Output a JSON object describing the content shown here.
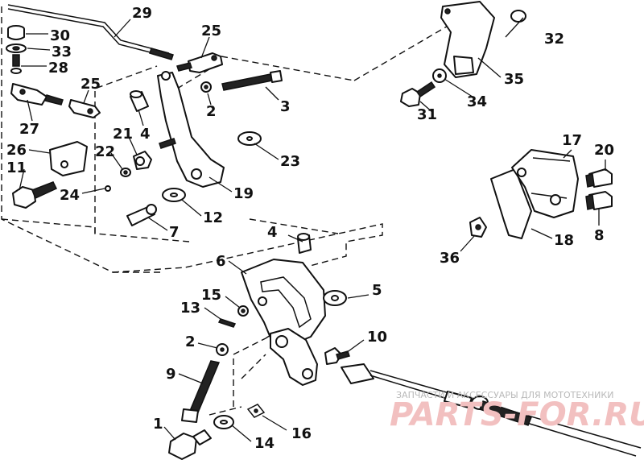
{
  "labels": [
    {
      "id": "1",
      "text": "1"
    },
    {
      "id": "2a",
      "text": "2"
    },
    {
      "id": "2b",
      "text": "2"
    },
    {
      "id": "3",
      "text": "3"
    },
    {
      "id": "4a",
      "text": "4"
    },
    {
      "id": "4b",
      "text": "4"
    },
    {
      "id": "5",
      "text": "5"
    },
    {
      "id": "6",
      "text": "6"
    },
    {
      "id": "7",
      "text": "7"
    },
    {
      "id": "8",
      "text": "8"
    },
    {
      "id": "9",
      "text": "9"
    },
    {
      "id": "10",
      "text": "10"
    },
    {
      "id": "11",
      "text": "11"
    },
    {
      "id": "12",
      "text": "12"
    },
    {
      "id": "13",
      "text": "13"
    },
    {
      "id": "14",
      "text": "14"
    },
    {
      "id": "15",
      "text": "15"
    },
    {
      "id": "16",
      "text": "16"
    },
    {
      "id": "17",
      "text": "17"
    },
    {
      "id": "18",
      "text": "18"
    },
    {
      "id": "19",
      "text": "19"
    },
    {
      "id": "20",
      "text": "20"
    },
    {
      "id": "21",
      "text": "21"
    },
    {
      "id": "22",
      "text": "22"
    },
    {
      "id": "23",
      "text": "23"
    },
    {
      "id": "24",
      "text": "24"
    },
    {
      "id": "25a",
      "text": "25"
    },
    {
      "id": "25b",
      "text": "25"
    },
    {
      "id": "26",
      "text": "26"
    },
    {
      "id": "27",
      "text": "27"
    },
    {
      "id": "28",
      "text": "28"
    },
    {
      "id": "29",
      "text": "29"
    },
    {
      "id": "30",
      "text": "30"
    },
    {
      "id": "31",
      "text": "31"
    },
    {
      "id": "32",
      "text": "32"
    },
    {
      "id": "33",
      "text": "33"
    },
    {
      "id": "34",
      "text": "34"
    },
    {
      "id": "35",
      "text": "35"
    },
    {
      "id": "36",
      "text": "36"
    }
  ],
  "watermark": {
    "tagline": "ЗАПЧАСТИ И АКСЕССУАРЫ ДЛЯ МОТОТЕХНИКИ",
    "brand": "PARTS-FOR.RU"
  }
}
